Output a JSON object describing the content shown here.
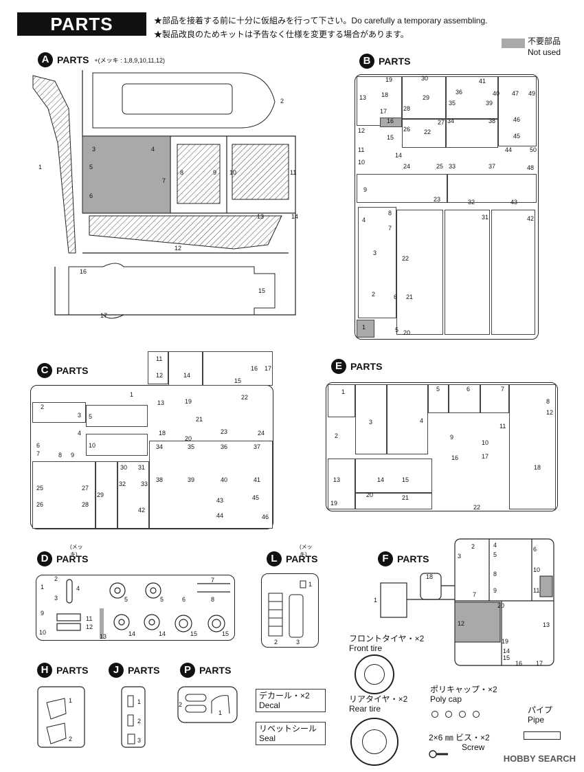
{
  "header": {
    "title": "PARTS",
    "note_1": "★部品を接着する前に十分に仮組みを行って下さい。Do carefully a temporary assembling.",
    "note_2": "★製品改良のためキットは予告なく仕様を変更する場合があります。"
  },
  "legend": {
    "jp": "不要部品",
    "en": "Not used"
  },
  "groups": {
    "A": {
      "letter": "A",
      "label": "PARTS",
      "note": "+(メッキ : 1,8,9,10,11,12)",
      "nums": [
        "1",
        "2",
        "3",
        "4",
        "5",
        "6",
        "7",
        "8",
        "9",
        "10",
        "11",
        "12",
        "13",
        "14",
        "15",
        "16",
        "17"
      ]
    },
    "B": {
      "letter": "B",
      "label": "PARTS",
      "nums": [
        "1",
        "2",
        "3",
        "4",
        "5",
        "6",
        "7",
        "8",
        "9",
        "10",
        "11",
        "12",
        "13",
        "14",
        "15",
        "16",
        "17",
        "18",
        "19",
        "20",
        "21",
        "22",
        "23",
        "24",
        "25",
        "26",
        "27",
        "28",
        "29",
        "30",
        "31",
        "32",
        "33",
        "34",
        "35",
        "36",
        "37",
        "38",
        "39",
        "40",
        "41",
        "42",
        "43",
        "44",
        "45",
        "46",
        "47",
        "48",
        "49",
        "50"
      ]
    },
    "C": {
      "letter": "C",
      "label": "PARTS",
      "nums": [
        "1",
        "2",
        "3",
        "4",
        "5",
        "6",
        "7",
        "8",
        "9",
        "10",
        "11",
        "12",
        "13",
        "14",
        "15",
        "16",
        "17",
        "18",
        "19",
        "20",
        "21",
        "22",
        "23",
        "24",
        "25",
        "26",
        "27",
        "28",
        "29",
        "30",
        "31",
        "32",
        "33",
        "34",
        "35",
        "36",
        "37",
        "38",
        "39",
        "40",
        "41",
        "42",
        "43",
        "44",
        "45",
        "46"
      ]
    },
    "E": {
      "letter": "E",
      "label": "PARTS",
      "nums": [
        "1",
        "2",
        "3",
        "4",
        "5",
        "6",
        "7",
        "8",
        "9",
        "10",
        "11",
        "12",
        "13",
        "14",
        "15",
        "16",
        "17",
        "18",
        "19",
        "20",
        "21",
        "22"
      ]
    },
    "D": {
      "letter": "D",
      "label": "PARTS",
      "sup": "(メッキ)",
      "nums": [
        "1",
        "2",
        "3",
        "4",
        "5",
        "5",
        "6",
        "7",
        "8",
        "9",
        "10",
        "11",
        "12",
        "13",
        "14",
        "14",
        "15",
        "15"
      ]
    },
    "L": {
      "letter": "L",
      "label": "PARTS",
      "sup": "(メッキ)",
      "nums": [
        "1",
        "2",
        "3"
      ]
    },
    "F": {
      "letter": "F",
      "label": "PARTS",
      "nums": [
        "1",
        "2",
        "3",
        "4",
        "5",
        "6",
        "7",
        "8",
        "9",
        "10",
        "11",
        "12",
        "13",
        "14",
        "15",
        "16",
        "17",
        "18",
        "19",
        "20"
      ]
    },
    "H": {
      "letter": "H",
      "label": "PARTS",
      "nums": [
        "1",
        "2"
      ]
    },
    "J": {
      "letter": "J",
      "label": "PARTS",
      "nums": [
        "1",
        "2",
        "3"
      ]
    },
    "P": {
      "letter": "P",
      "label": "PARTS",
      "nums": [
        "1",
        "2"
      ]
    }
  },
  "accessories": {
    "front_tire_jp": "フロントタイヤ・×2",
    "front_tire_en": "Front tire",
    "rear_tire_jp": "リアタイヤ・×2",
    "rear_tire_en": "Rear tire",
    "decal_jp": "デカール・×2",
    "decal_en": "Decal",
    "seal_jp": "リベットシール",
    "seal_en": "Seal",
    "polycap_jp": "ポリキャップ・×2",
    "polycap_en": "Poly cap",
    "pipe_jp": "パイプ",
    "pipe_en": "Pipe",
    "screw_size": "2×6 ㎜",
    "screw_jp": "ビス・×2",
    "screw_en": "Screw"
  },
  "watermark": "HOBBY SEARCH",
  "colors": {
    "unused_gray": "#a9a9a9",
    "ink": "#111111"
  }
}
